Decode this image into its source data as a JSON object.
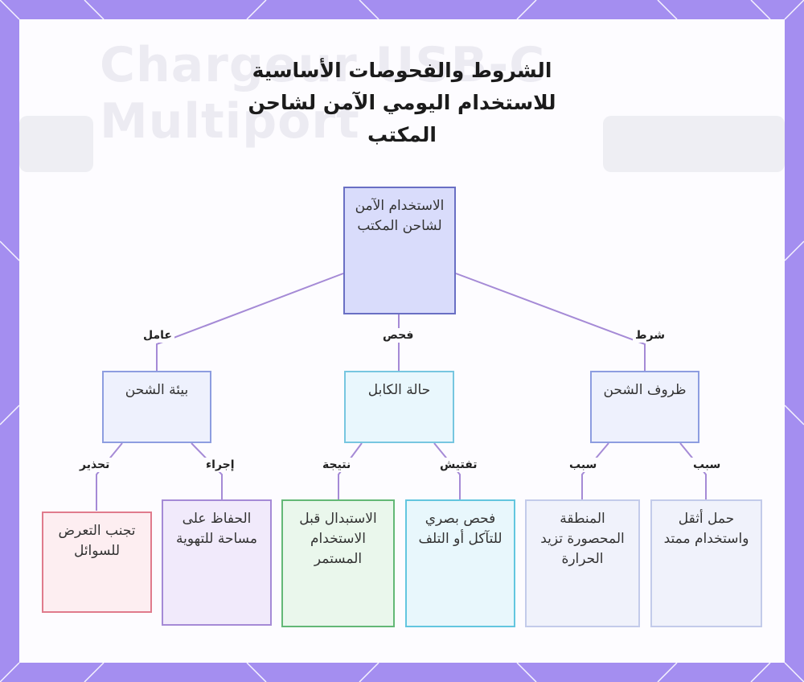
{
  "background_text": {
    "title": "Chargeur USB-C Multiport"
  },
  "title": "الشروط والفحوصات الأساسية للاستخدام اليومي الآمن لشاحن المكتب",
  "nodes": {
    "root": "الاستخدام الآمن لشاحن المكتب",
    "environment": "بيئة الشحن",
    "cable": "حالة الكابل",
    "conditions": "ظروف الشحن",
    "avoid_liquids": "تجنب التعرض للسوائل",
    "ventilation": "الحفاظ على مساحة للتهوية",
    "replace": "الاستبدال قبل الاستخدام المستمر",
    "inspect": "فحص بصري للتآكل أو التلف",
    "enclosed_heat": "المنطقة المحصورة تزيد الحرارة",
    "heavy_load": "حمل أثقل واستخدام ممتد"
  },
  "edges": {
    "factor": "عامل",
    "check": "فحص",
    "condition": "شرط",
    "warning": "تحذير",
    "action": "إجراء",
    "result": "نتيجة",
    "inspection": "تفتيش",
    "cause_1": "سبب",
    "cause_2": "سبب"
  },
  "colors": {
    "frame": "#a48ef0",
    "edge": "#a58ad6",
    "root_fill": "#d9dcfb",
    "root_border": "#6a6fc4"
  }
}
